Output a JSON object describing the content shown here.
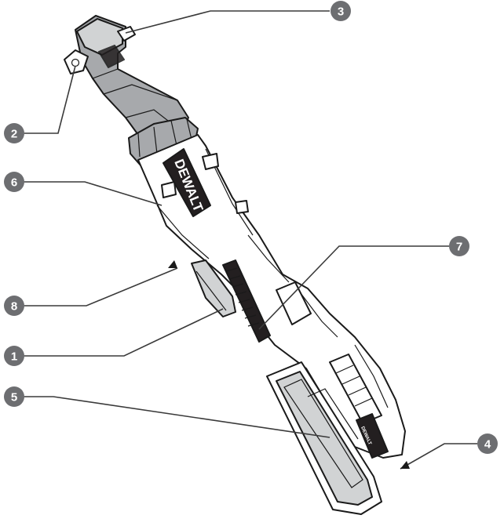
{
  "brand": {
    "logo_main": "DEWALT",
    "logo_battery": "DEWALT"
  },
  "callouts": [
    {
      "id": "1",
      "label": "1"
    },
    {
      "id": "2",
      "label": "2"
    },
    {
      "id": "3",
      "label": "3"
    },
    {
      "id": "4",
      "label": "4"
    },
    {
      "id": "5",
      "label": "5"
    },
    {
      "id": "6",
      "label": "6"
    },
    {
      "id": "7",
      "label": "7"
    },
    {
      "id": "8",
      "label": "8"
    }
  ],
  "colors": {
    "marker": "#6d6e71",
    "metal": "#a7a9ac",
    "outline": "#1a1a1a"
  }
}
